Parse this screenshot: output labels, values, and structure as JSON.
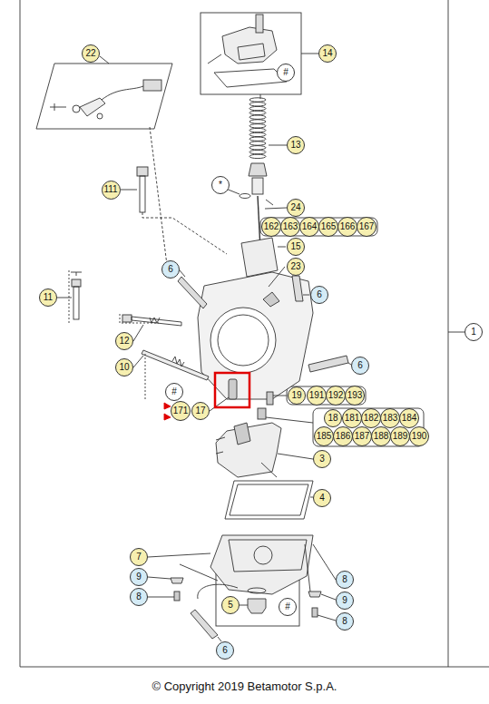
{
  "diagram": {
    "caption": "© Copyright 2019 Betamotor S.p.A.",
    "nodes": [
      {
        "text": [
          "22"
        ]
      },
      {
        "text": [
          "14"
        ]
      },
      {
        "text": [
          "#"
        ]
      },
      {
        "text": [
          "13"
        ]
      },
      {
        "text": [
          "*"
        ]
      },
      {
        "text": [
          "24"
        ]
      },
      {
        "text": [
          "162"
        ]
      },
      {
        "text": [
          "163"
        ]
      },
      {
        "text": [
          "164"
        ]
      },
      {
        "text": [
          "165"
        ]
      },
      {
        "text": [
          "166"
        ]
      },
      {
        "text": [
          "167"
        ]
      },
      {
        "text": [
          "111"
        ]
      },
      {
        "text": [
          "15"
        ]
      },
      {
        "text": [
          "23"
        ]
      },
      {
        "text": [
          "6"
        ]
      },
      {
        "text": [
          "6"
        ]
      },
      {
        "text": [
          "11"
        ]
      },
      {
        "text": [
          "12"
        ]
      },
      {
        "text": [
          "1"
        ]
      },
      {
        "text": [
          "6"
        ]
      },
      {
        "text": [
          "10"
        ]
      },
      {
        "text": [
          "#"
        ]
      },
      {
        "text": [
          "19"
        ]
      },
      {
        "text": [
          "191"
        ]
      },
      {
        "text": [
          "192"
        ]
      },
      {
        "text": [
          "193"
        ]
      },
      {
        "text": [
          "171"
        ]
      },
      {
        "text": [
          "17"
        ]
      },
      {
        "text": [
          "18"
        ]
      },
      {
        "text": [
          "181"
        ]
      },
      {
        "text": [
          "182"
        ]
      },
      {
        "text": [
          "183"
        ]
      },
      {
        "text": [
          "184"
        ]
      },
      {
        "text": [
          "185"
        ]
      },
      {
        "text": [
          "186"
        ]
      },
      {
        "text": [
          "187"
        ]
      },
      {
        "text": [
          "188"
        ]
      },
      {
        "text": [
          "189"
        ]
      },
      {
        "text": [
          "190"
        ]
      },
      {
        "text": [
          "3"
        ]
      },
      {
        "text": [
          "4"
        ]
      },
      {
        "text": [
          "7"
        ]
      },
      {
        "text": [
          "9"
        ]
      },
      {
        "text": [
          "8"
        ]
      },
      {
        "text": [
          "8"
        ]
      },
      {
        "text": [
          "#"
        ]
      },
      {
        "text": [
          "5"
        ]
      },
      {
        "text": [
          "9"
        ]
      },
      {
        "text": [
          "8"
        ]
      },
      {
        "text": [
          "6"
        ]
      }
    ]
  }
}
